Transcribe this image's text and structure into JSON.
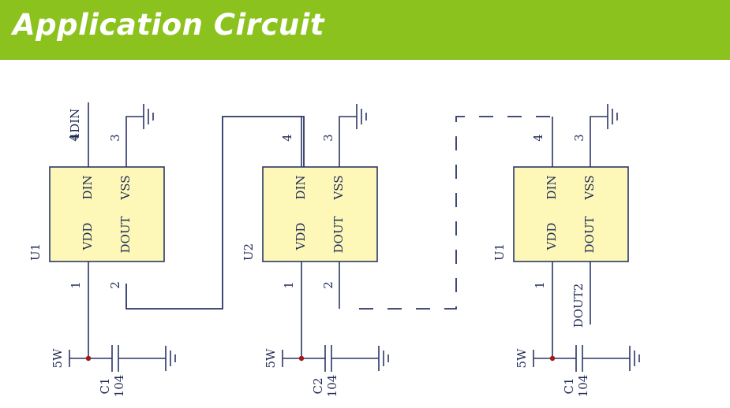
{
  "header": {
    "title": "Application Circuit"
  },
  "colors": {
    "banner": "#8cc21e",
    "chip_fill": "#fdf8b8",
    "wire": "#2b3566",
    "junction": "#a01818"
  },
  "stages": [
    {
      "ref": "U1",
      "pin_din": "DIN",
      "pin_vss": "VSS",
      "pin_vdd": "VDD",
      "pin_dout": "DOUT",
      "num_din": "4",
      "num_vss": "3",
      "num_vdd": "1",
      "num_dout": "2",
      "in_label": "4DIN",
      "out_label": "",
      "supply": "5W",
      "cap_ref": "C1",
      "cap_value": "104"
    },
    {
      "ref": "U2",
      "pin_din": "DIN",
      "pin_vss": "VSS",
      "pin_vdd": "VDD",
      "pin_dout": "DOUT",
      "num_din": "4",
      "num_vss": "3",
      "num_vdd": "1",
      "num_dout": "2",
      "in_label": "",
      "out_label": "",
      "supply": "5W",
      "cap_ref": "C2",
      "cap_value": "104"
    },
    {
      "ref": "U1",
      "pin_din": "DIN",
      "pin_vss": "VSS",
      "pin_vdd": "VDD",
      "pin_dout": "DOUT",
      "num_din": "4",
      "num_vss": "3",
      "num_vdd": "1",
      "num_dout": "",
      "in_label": "",
      "out_label": "DOUT2",
      "supply": "5W",
      "cap_ref": "C1",
      "cap_value": "104"
    }
  ]
}
